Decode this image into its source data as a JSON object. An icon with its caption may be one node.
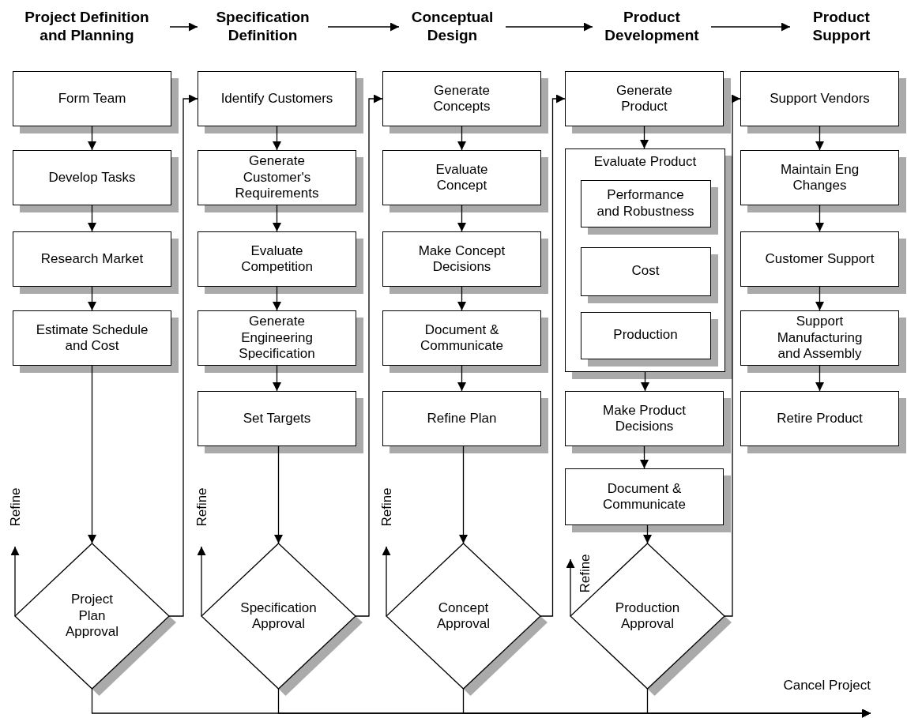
{
  "diagram": {
    "nodes": [
      {
        "text": [
          "Project Definition and Planning"
        ]
      },
      {
        "text": [
          "Specification Definition"
        ]
      },
      {
        "text": [
          "Conceptual Design"
        ]
      },
      {
        "text": [
          "Product Development"
        ]
      },
      {
        "text": [
          "Product Support"
        ]
      },
      {
        "text": [
          "Form Team"
        ]
      },
      {
        "text": [
          "Develop Tasks"
        ]
      },
      {
        "text": [
          "Research Market"
        ]
      },
      {
        "text": [
          "Estimate Schedule and Cost"
        ]
      },
      {
        "text": [
          "Project Plan Approval"
        ]
      },
      {
        "text": [
          "Identify Customers"
        ]
      },
      {
        "text": [
          "Generate Customer's Requirements"
        ]
      },
      {
        "text": [
          "Evaluate Competition"
        ]
      },
      {
        "text": [
          "Generate Engineering Specification"
        ]
      },
      {
        "text": [
          "Set Targets"
        ]
      },
      {
        "text": [
          "Specification Approval"
        ]
      },
      {
        "text": [
          "Generate Concepts"
        ]
      },
      {
        "text": [
          "Evaluate Concept"
        ]
      },
      {
        "text": [
          "Make Concept Decisions"
        ]
      },
      {
        "text": [
          "Document & Communicate"
        ]
      },
      {
        "text": [
          "Refine Plan"
        ]
      },
      {
        "text": [
          "Concept Approval"
        ]
      },
      {
        "text": [
          "Generate Product"
        ]
      },
      {
        "text": [
          "Evaluate Product"
        ]
      },
      {
        "text": [
          "Performance and Robustness"
        ],
        "in": 23
      },
      {
        "text": [
          "Cost"
        ],
        "in": 23
      },
      {
        "text": [
          "Production"
        ],
        "in": 23
      },
      {
        "text": [
          "Make Product Decisions"
        ]
      },
      {
        "text": [
          "Document & Communicate"
        ]
      },
      {
        "text": [
          "Production Approval"
        ]
      },
      {
        "text": [
          "Support Vendors"
        ]
      },
      {
        "text": [
          "Maintain Eng Changes"
        ]
      },
      {
        "text": [
          "Customer Support"
        ]
      },
      {
        "text": [
          "Support Manufacturing and Assembly"
        ]
      },
      {
        "text": [
          "Retire Product"
        ]
      },
      {
        "text": [
          "Cancel Project"
        ]
      }
    ],
    "edges": [
      {
        "from": 0,
        "to": 1,
        "arrow": "to"
      },
      {
        "from": 1,
        "to": 2,
        "arrow": "to"
      },
      {
        "from": 2,
        "to": 3,
        "arrow": "to"
      },
      {
        "from": 3,
        "to": 4,
        "arrow": "to"
      },
      {
        "from": 5,
        "to": 6,
        "arrow": "to"
      },
      {
        "from": 6,
        "to": 7,
        "arrow": "to"
      },
      {
        "from": 7,
        "to": 8,
        "arrow": "to"
      },
      {
        "from": 8,
        "to": 9,
        "arrow": "to"
      },
      {
        "from": 9,
        "to": 10,
        "arrow": "to"
      },
      {
        "from": 9,
        "to": null,
        "arrow": "to",
        "label": "Refine"
      },
      {
        "from": 9,
        "to": 35,
        "arrow": "to"
      },
      {
        "from": 10,
        "to": 11,
        "arrow": "to"
      },
      {
        "from": 11,
        "to": 12,
        "arrow": "to"
      },
      {
        "from": 12,
        "to": 13,
        "arrow": "to"
      },
      {
        "from": 13,
        "to": 14,
        "arrow": "to"
      },
      {
        "from": 14,
        "to": 15,
        "arrow": "to"
      },
      {
        "from": 15,
        "to": 16,
        "arrow": "to"
      },
      {
        "from": 15,
        "to": null,
        "arrow": "to",
        "label": "Refine"
      },
      {
        "from": 15,
        "to": 35,
        "arrow": "to"
      },
      {
        "from": 16,
        "to": 17,
        "arrow": "to"
      },
      {
        "from": 17,
        "to": 18,
        "arrow": "to"
      },
      {
        "from": 18,
        "to": 19,
        "arrow": "to"
      },
      {
        "from": 19,
        "to": 20,
        "arrow": "to"
      },
      {
        "from": 20,
        "to": 21,
        "arrow": "to"
      },
      {
        "from": 21,
        "to": 22,
        "arrow": "to"
      },
      {
        "from": 21,
        "to": null,
        "arrow": "to",
        "label": "Refine"
      },
      {
        "from": 21,
        "to": 35,
        "arrow": "to"
      },
      {
        "from": 22,
        "to": 23,
        "arrow": "to"
      },
      {
        "from": 23,
        "to": 27,
        "arrow": "to"
      },
      {
        "from": 27,
        "to": 28,
        "arrow": "to"
      },
      {
        "from": 28,
        "to": 29,
        "arrow": "to"
      },
      {
        "from": 29,
        "to": 30,
        "arrow": "to"
      },
      {
        "from": 29,
        "to": null,
        "arrow": "to",
        "label": "Refine"
      },
      {
        "from": 29,
        "to": 35,
        "arrow": "to"
      },
      {
        "from": 30,
        "to": 31,
        "arrow": "to"
      },
      {
        "from": 31,
        "to": 32,
        "arrow": "to"
      },
      {
        "from": 32,
        "to": 33,
        "arrow": "to"
      },
      {
        "from": 33,
        "to": 34,
        "arrow": "to"
      }
    ]
  }
}
